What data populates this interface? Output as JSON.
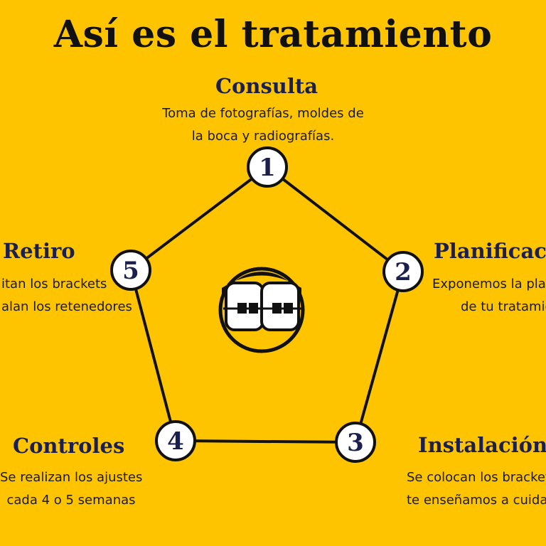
{
  "title": "Así es el tratamiento",
  "colors": {
    "background": "#FFC400",
    "accent": "#1A1F4E",
    "line": "#111111"
  },
  "steps": [
    {
      "number": "1",
      "title": "Consulta",
      "desc_lines": [
        "Toma de fotografías, moldes de",
        "la boca y radiografías."
      ]
    },
    {
      "number": "2",
      "title": "Planificac",
      "desc_lines": [
        "Exponemos la plani",
        "de tu tratamie"
      ]
    },
    {
      "number": "3",
      "title": "Instalación",
      "desc_lines": [
        "Se colocan los bracket",
        "te enseñamos a cuidar"
      ]
    },
    {
      "number": "4",
      "title": "Controles",
      "desc_lines": [
        "Se realizan los ajustes",
        "cada 4 o 5 semanas"
      ]
    },
    {
      "number": "5",
      "title": "Retiro",
      "desc_lines": [
        "itan los brackets",
        "alan los retenedores"
      ]
    }
  ],
  "center_icon": "teeth-with-braces-icon"
}
